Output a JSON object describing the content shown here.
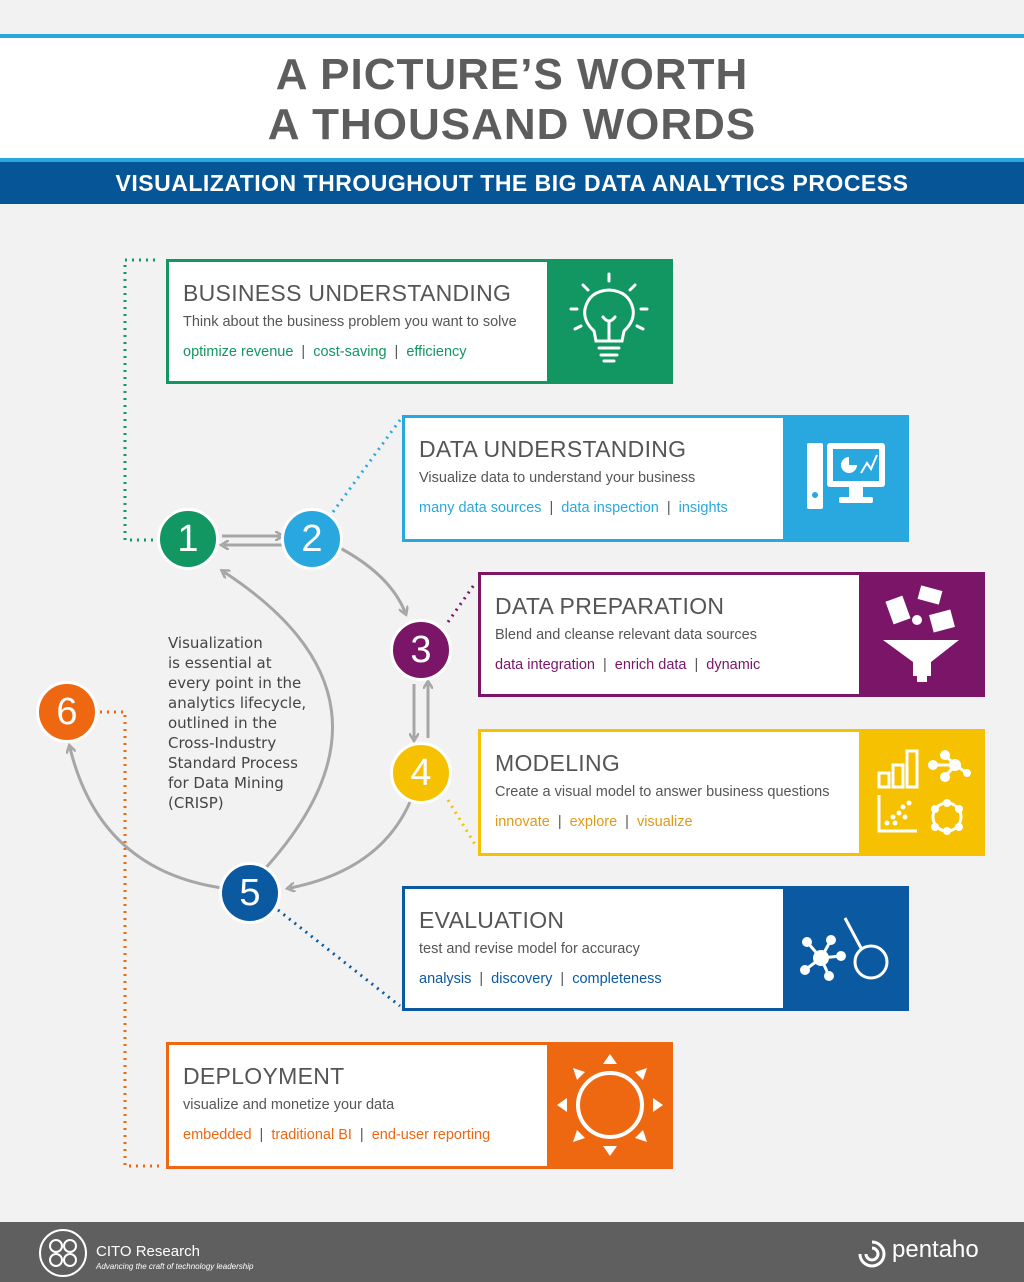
{
  "title": {
    "line1": "A PICTURE’S WORTH",
    "line2": "A THOUSAND WORDS"
  },
  "subtitle": "VISUALIZATION THROUGHOUT THE BIG DATA ANALYTICS PROCESS",
  "colors": {
    "green": "#129662",
    "lightblue": "#29a8df",
    "purple": "#7a1567",
    "yellow": "#f5c100",
    "tag_yellow": "#e09a16",
    "darkblue": "#0b5aa1",
    "orange": "#ee6711",
    "gray_arrow": "#a6a6a6"
  },
  "steps": [
    {
      "number": "1",
      "title": "BUSINESS UNDERSTANDING",
      "description": "Think about the business problem you want to solve",
      "tags": [
        "optimize revenue",
        "cost-saving",
        "efficiency"
      ],
      "icon": "lightbulb-icon"
    },
    {
      "number": "2",
      "title": "DATA UNDERSTANDING",
      "description": "Visualize data to understand your business",
      "tags": [
        "many data sources",
        "data inspection",
        "insights"
      ],
      "icon": "computer-chart-icon"
    },
    {
      "number": "3",
      "title": "DATA PREPARATION",
      "description": "Blend and cleanse relevant data sources",
      "tags": [
        "data integration",
        "enrich data",
        "dynamic"
      ],
      "icon": "funnel-icon"
    },
    {
      "number": "4",
      "title": "MODELING",
      "description": "Create a visual model to answer business questions",
      "tags": [
        "innovate",
        "explore",
        "visualize"
      ],
      "icon": "model-charts-icon"
    },
    {
      "number": "5",
      "title": "EVALUATION",
      "description": "test and revise model for accuracy",
      "tags": [
        "analysis",
        "discovery",
        "completeness"
      ],
      "icon": "network-magnifier-icon"
    },
    {
      "number": "6",
      "title": "DEPLOYMENT",
      "description": "visualize and monetize your data",
      "tags": [
        "embedded",
        "traditional BI",
        "end-user reporting"
      ],
      "icon": "circle-arrows-out-icon"
    }
  ],
  "note": "Visualization\nis essential at\nevery point in the\nanalytics lifecycle,\noutlined in the\nCross-Industry\nStandard Process\nfor Data Mining\n(CRISP)",
  "footer": {
    "company": "CITO Research",
    "tagline": "Advancing the craft of technology leadership",
    "partner": "pentaho"
  }
}
